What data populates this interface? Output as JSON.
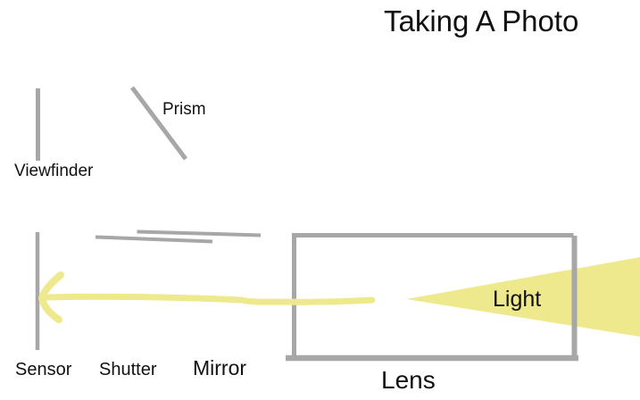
{
  "title": "Taking A Photo",
  "colors": {
    "background": "#ffffff",
    "component_gray": "#a7a7a7",
    "light_yellow": "#ede98c",
    "text": "#111111"
  },
  "components": {
    "viewfinder": {
      "label": "Viewfinder"
    },
    "prism": {
      "label": "Prism"
    },
    "sensor": {
      "label": "Sensor"
    },
    "shutter": {
      "label": "Shutter"
    },
    "mirror": {
      "label": "Mirror"
    },
    "lens": {
      "label": "Lens"
    },
    "light": {
      "label": "Light"
    }
  }
}
